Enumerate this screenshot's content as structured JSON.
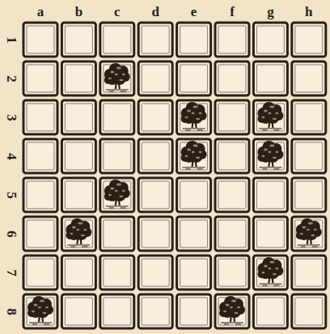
{
  "diagram": {
    "labels": [
      "a",
      "b",
      "c",
      "d",
      "e",
      "f",
      "g",
      "h",
      "1",
      "2",
      "3",
      "4",
      "5",
      "6",
      "7",
      "8"
    ]
  }
}
